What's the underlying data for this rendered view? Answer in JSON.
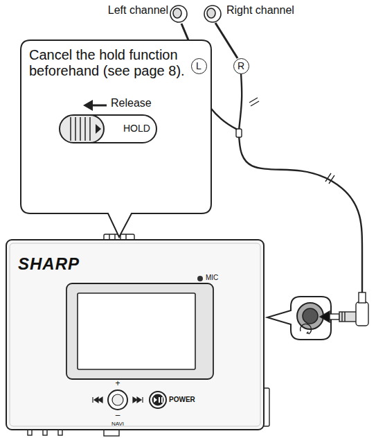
{
  "diagram": {
    "nodes": [
      {
        "text": [
          "Cancel the hold function beforehand (see page 8).",
          "Release",
          "HOLD"
        ]
      },
      {
        "text": [
          "L"
        ]
      },
      {
        "text": [
          "R"
        ]
      },
      {
        "text": [
          "SHARP",
          "MIC",
          "+",
          "–",
          "NAVI",
          "POWER"
        ]
      }
    ],
    "labels": [
      "Left channel",
      "Right channel"
    ]
  }
}
